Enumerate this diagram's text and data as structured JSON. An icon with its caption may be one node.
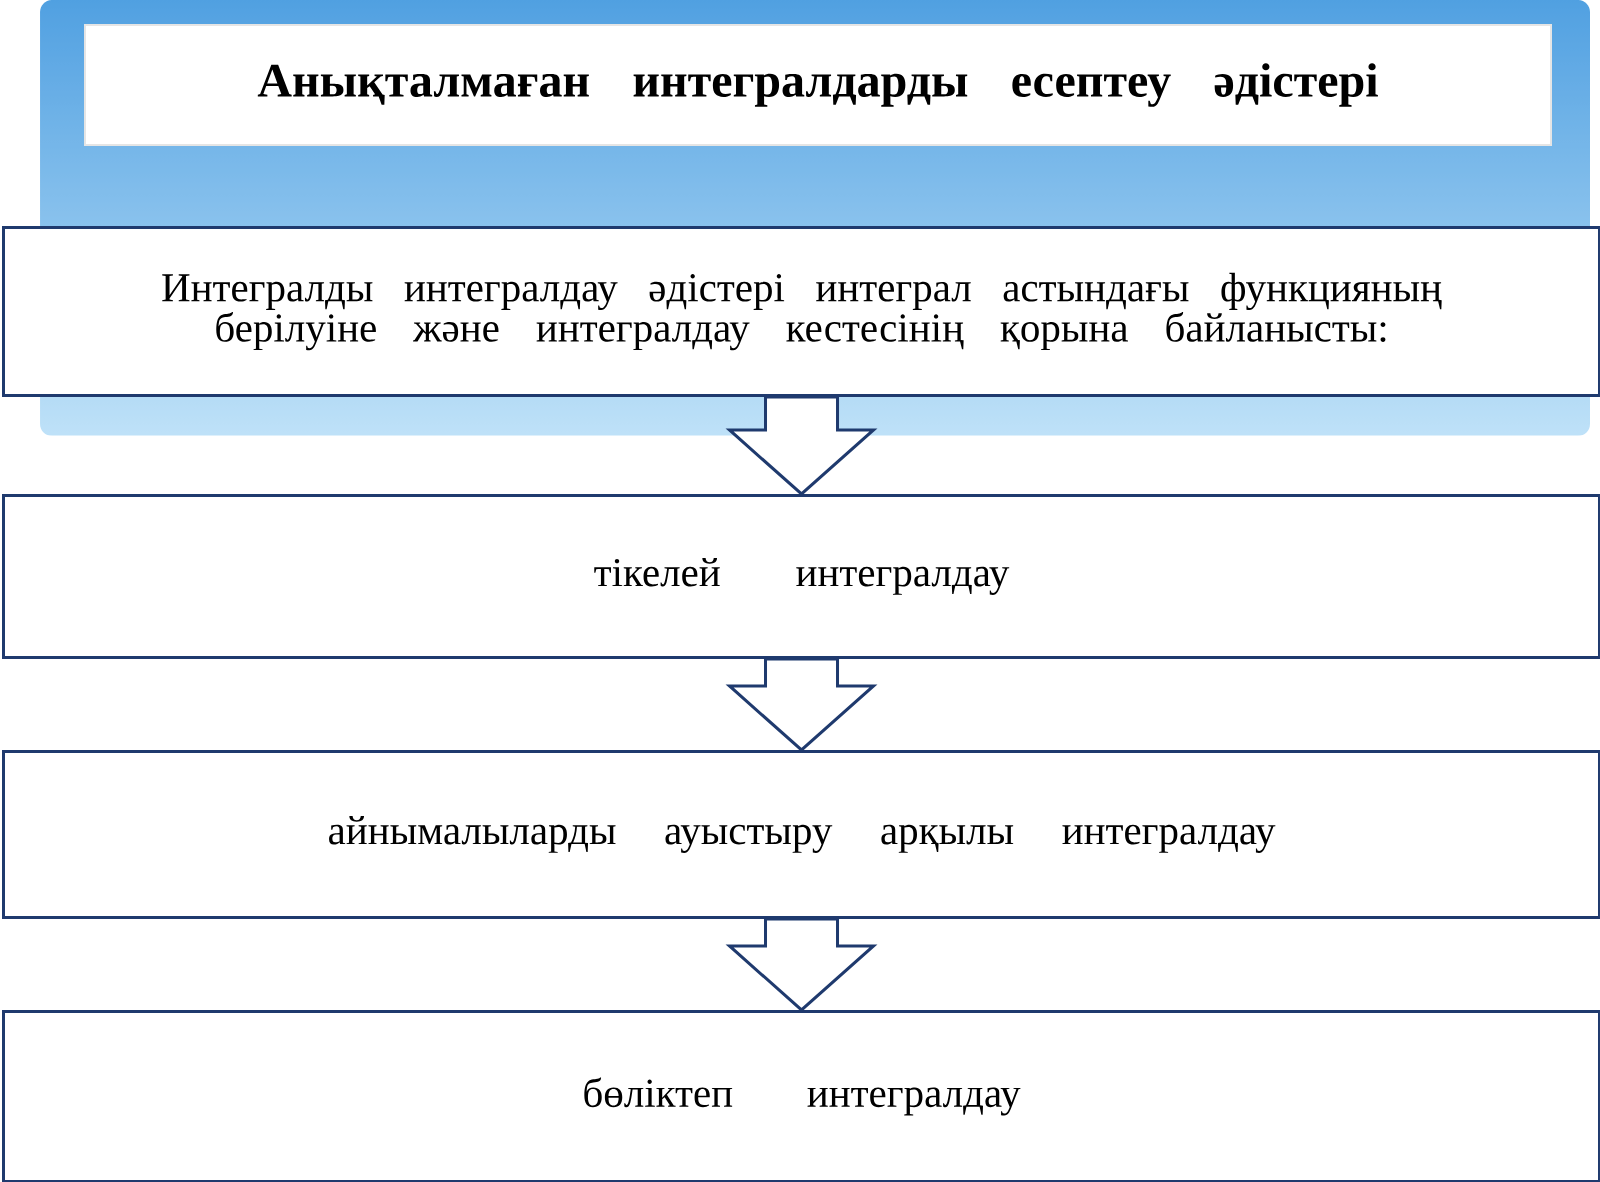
{
  "diagram": {
    "nodes": [
      {
        "text": [
          "Анықталмаған интегралдарды есептеу әдістері"
        ]
      },
      {
        "text": [
          "Интегралды интегралдау әдістері интеграл астындағы функцияның берілуіне және интегралдау кестесінің қорына байланысты:"
        ]
      },
      {
        "text": [
          "тікелей интегралдау"
        ]
      },
      {
        "text": [
          "айнымалыларды ауыстыру арқылы интегралдау"
        ]
      },
      {
        "text": [
          "бөліктеп интегралдау"
        ]
      }
    ],
    "edges": [
      {
        "from": 1,
        "to": 2,
        "arrow": "to"
      },
      {
        "from": 2,
        "to": 3,
        "arrow": "to"
      },
      {
        "from": 3,
        "to": 4,
        "arrow": "to"
      }
    ]
  }
}
